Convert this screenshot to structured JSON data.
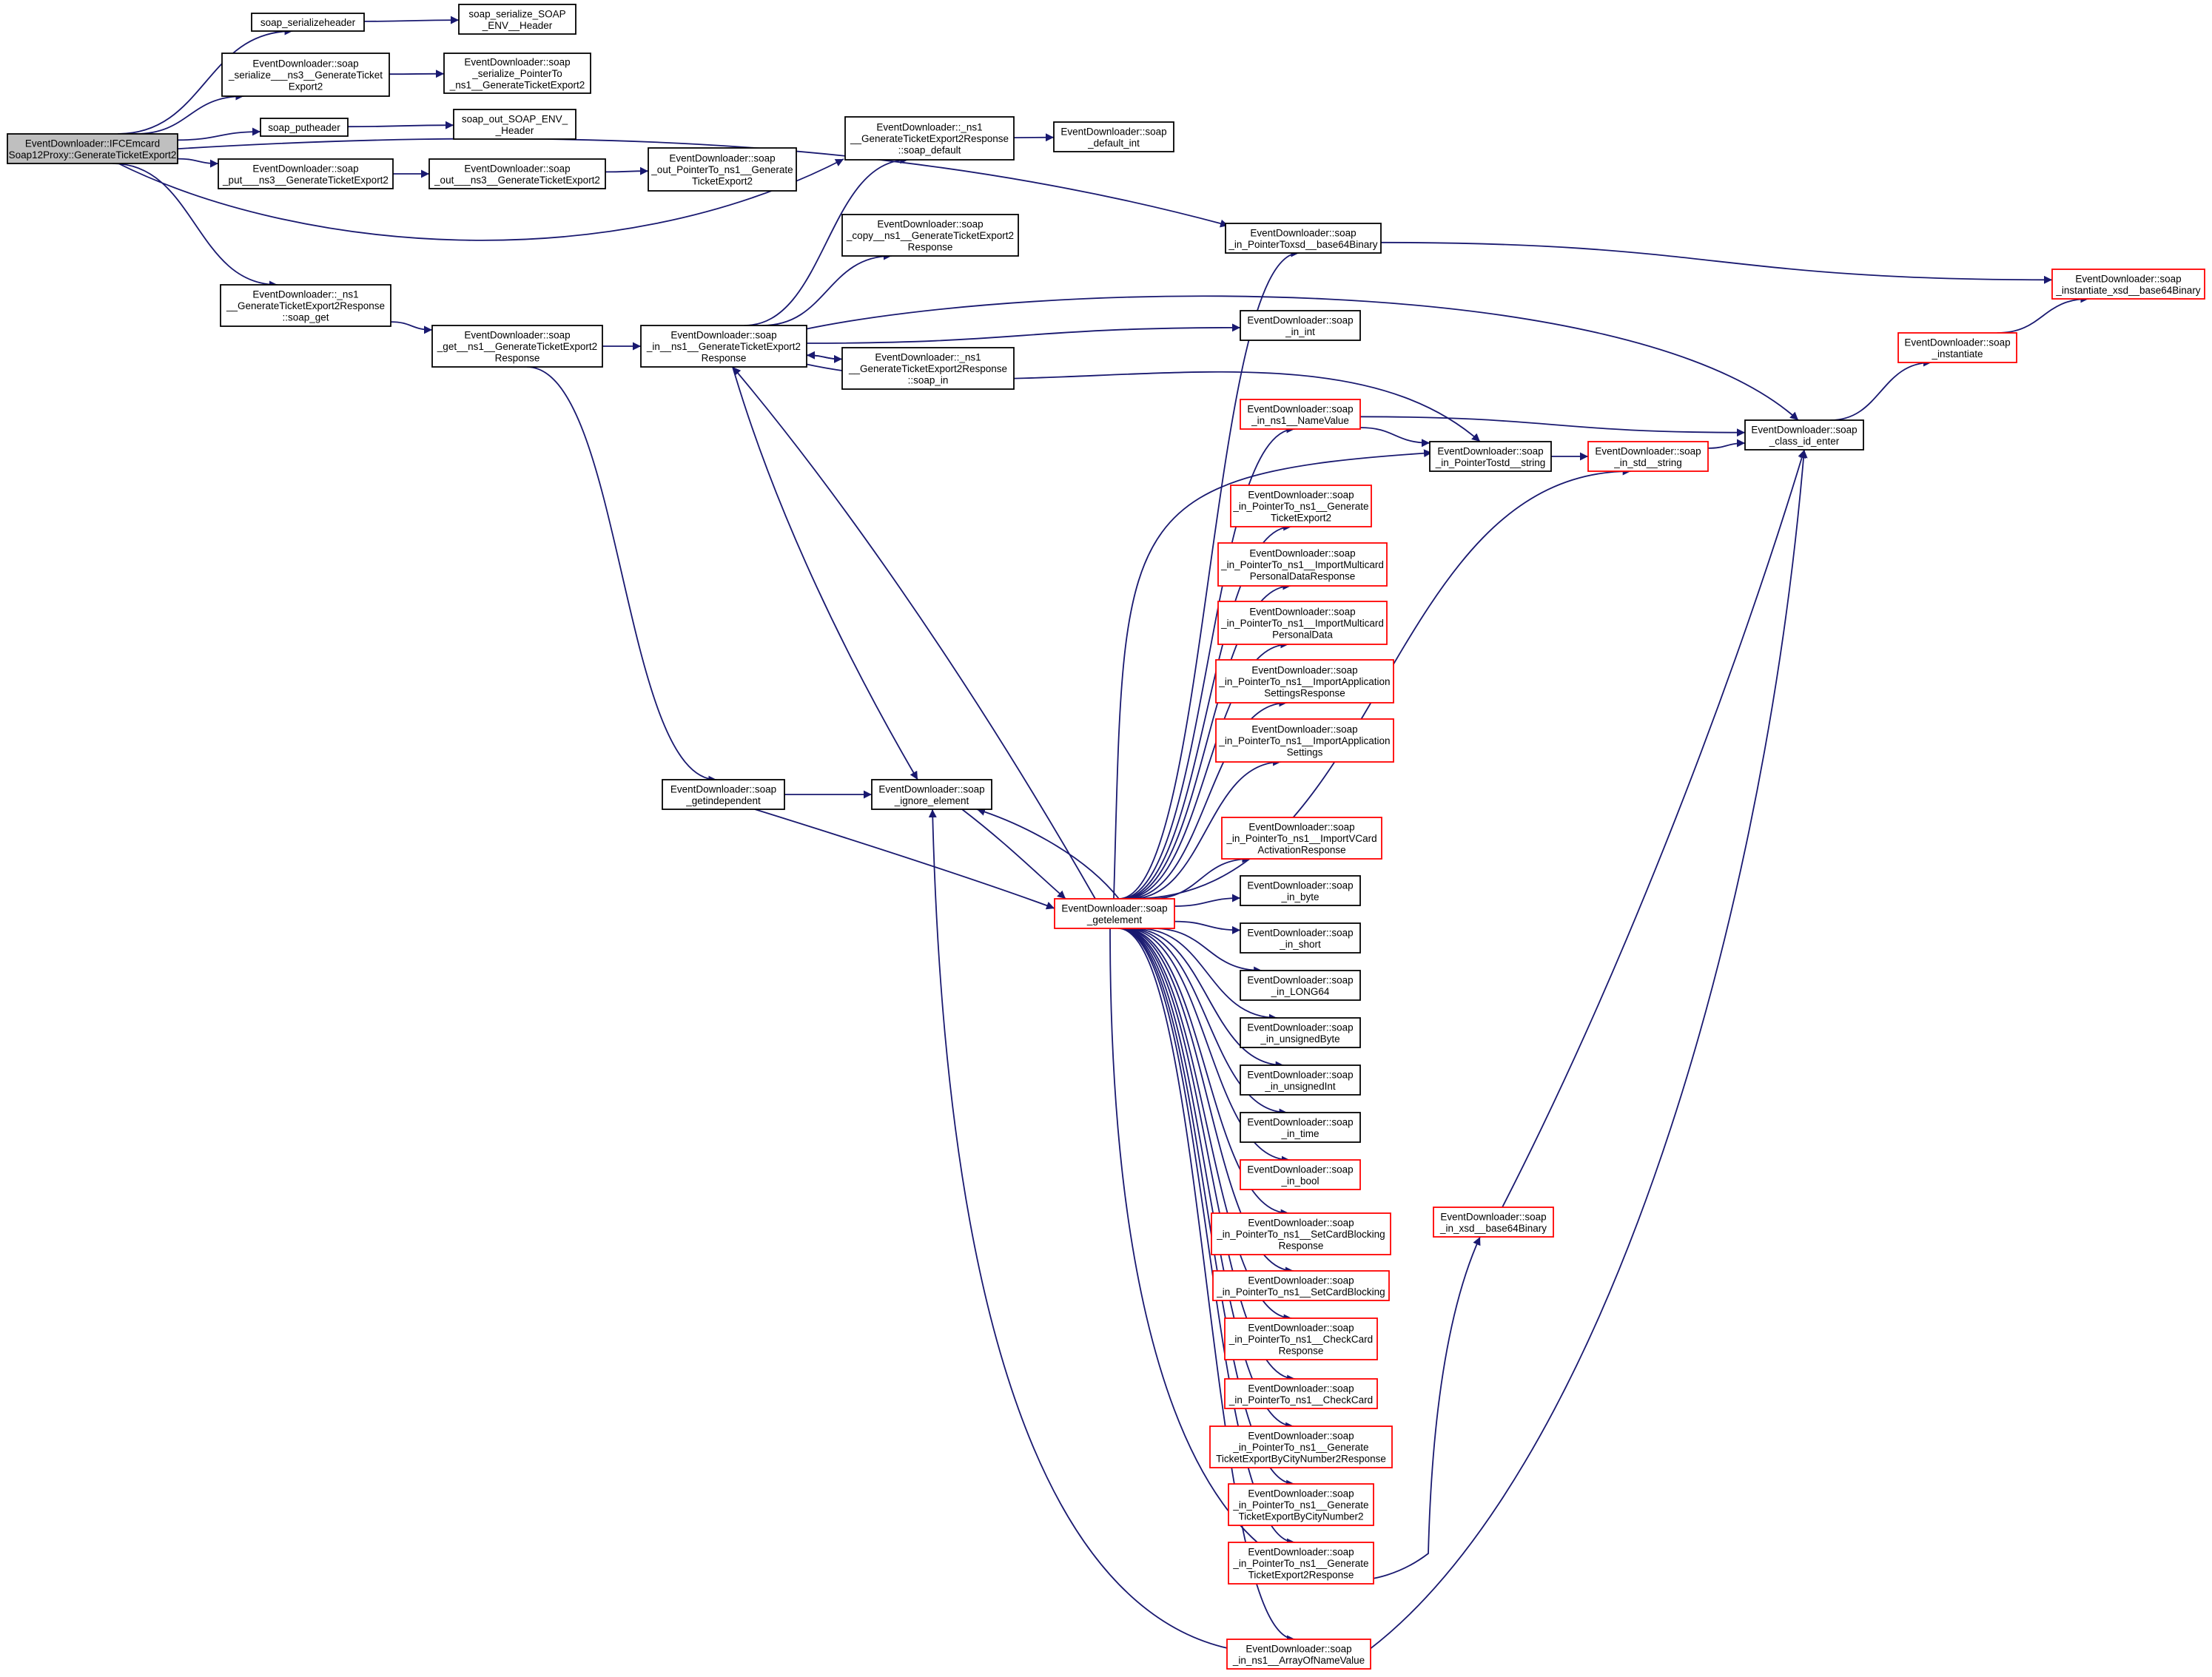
{
  "colors": {
    "edge": "#191970",
    "border": "#000000",
    "border_incomplete": "#ff0000",
    "root_fill": "#bfbfbf"
  },
  "nodes": [
    {
      "id": "root",
      "lines": [
        "EventDownloader::IFCEmcard",
        "Soap12Proxy::GenerateTicketExport2"
      ],
      "style": "root"
    },
    {
      "id": "serhdr",
      "lines": [
        "soap_serializeheader"
      ]
    },
    {
      "id": "serenv",
      "lines": [
        "soap_serialize_SOAP",
        "_ENV__Header"
      ]
    },
    {
      "id": "ser3",
      "lines": [
        "EventDownloader::soap",
        "_serialize___ns3__GenerateTicket",
        "Export2"
      ]
    },
    {
      "id": "serptr",
      "lines": [
        "EventDownloader::soap",
        "_serialize_PointerTo",
        "_ns1__GenerateTicketExport2"
      ]
    },
    {
      "id": "puthdr",
      "lines": [
        "soap_putheader"
      ]
    },
    {
      "id": "outenv",
      "lines": [
        "soap_out_SOAP_ENV_",
        "_Header"
      ]
    },
    {
      "id": "put3",
      "lines": [
        "EventDownloader::soap",
        "_put___ns3__GenerateTicketExport2"
      ]
    },
    {
      "id": "out3",
      "lines": [
        "EventDownloader::soap",
        "_out___ns3__GenerateTicketExport2"
      ]
    },
    {
      "id": "outptr",
      "lines": [
        "EventDownloader::soap",
        "_out_PointerTo_ns1__Generate",
        "TicketExport2"
      ]
    },
    {
      "id": "soapdefault",
      "lines": [
        "EventDownloader::_ns1",
        "__GenerateTicketExport2Response",
        "::soap_default"
      ]
    },
    {
      "id": "defint",
      "lines": [
        "EventDownloader::soap",
        "_default_int"
      ]
    },
    {
      "id": "copy",
      "lines": [
        "EventDownloader::soap",
        "_copy__ns1__GenerateTicketExport2",
        "Response"
      ]
    },
    {
      "id": "inptrb64",
      "lines": [
        "EventDownloader::soap",
        "_in_PointerToxsd__base64Binary"
      ]
    },
    {
      "id": "instb64",
      "lines": [
        "EventDownloader::soap",
        "_instantiate_xsd__base64Binary"
      ],
      "style": "red"
    },
    {
      "id": "soapget",
      "lines": [
        "EventDownloader::_ns1",
        "__GenerateTicketExport2Response",
        "::soap_get"
      ]
    },
    {
      "id": "get",
      "lines": [
        "EventDownloader::soap",
        "_get__ns1__GenerateTicketExport2",
        "Response"
      ]
    },
    {
      "id": "in",
      "lines": [
        "EventDownloader::soap",
        "_in__ns1__GenerateTicketExport2",
        "Response"
      ]
    },
    {
      "id": "inint",
      "lines": [
        "EventDownloader::soap",
        "_in_int"
      ]
    },
    {
      "id": "soapin",
      "lines": [
        "EventDownloader::_ns1",
        "__GenerateTicketExport2Response",
        "::soap_in"
      ]
    },
    {
      "id": "instantiate",
      "lines": [
        "EventDownloader::soap",
        "_instantiate"
      ],
      "style": "red"
    },
    {
      "id": "namevalue",
      "lines": [
        "EventDownloader::soap",
        "_in_ns1__NameValue"
      ],
      "style": "red"
    },
    {
      "id": "classid",
      "lines": [
        "EventDownloader::soap",
        "_class_id_enter"
      ]
    },
    {
      "id": "ptrstd",
      "lines": [
        "EventDownloader::soap",
        "_in_PointerTostd__string"
      ]
    },
    {
      "id": "instd",
      "lines": [
        "EventDownloader::soap",
        "_in_std__string"
      ],
      "style": "red"
    },
    {
      "id": "gte2",
      "lines": [
        "EventDownloader::soap",
        "_in_PointerTo_ns1__Generate",
        "TicketExport2"
      ],
      "style": "red"
    },
    {
      "id": "impmpdr",
      "lines": [
        "EventDownloader::soap",
        "_in_PointerTo_ns1__ImportMulticard",
        "PersonalDataResponse"
      ],
      "style": "red"
    },
    {
      "id": "impmpd",
      "lines": [
        "EventDownloader::soap",
        "_in_PointerTo_ns1__ImportMulticard",
        "PersonalData"
      ],
      "style": "red"
    },
    {
      "id": "impasr",
      "lines": [
        "EventDownloader::soap",
        "_in_PointerTo_ns1__ImportApplication",
        "SettingsResponse"
      ],
      "style": "red"
    },
    {
      "id": "impas",
      "lines": [
        "EventDownloader::soap",
        "_in_PointerTo_ns1__ImportApplication",
        "Settings"
      ],
      "style": "red"
    },
    {
      "id": "getindep",
      "lines": [
        "EventDownloader::soap",
        "_getindependent"
      ]
    },
    {
      "id": "ignore",
      "lines": [
        "EventDownloader::soap",
        "_ignore_element"
      ]
    },
    {
      "id": "getelem",
      "lines": [
        "EventDownloader::soap",
        "_getelement"
      ],
      "style": "red"
    },
    {
      "id": "vcard",
      "lines": [
        "EventDownloader::soap",
        "_in_PointerTo_ns1__ImportVCard",
        "ActivationResponse"
      ],
      "style": "red"
    },
    {
      "id": "byte",
      "lines": [
        "EventDownloader::soap",
        "_in_byte"
      ]
    },
    {
      "id": "short",
      "lines": [
        "EventDownloader::soap",
        "_in_short"
      ]
    },
    {
      "id": "long64",
      "lines": [
        "EventDownloader::soap",
        "_in_LONG64"
      ]
    },
    {
      "id": "ubyte",
      "lines": [
        "EventDownloader::soap",
        "_in_unsignedByte"
      ]
    },
    {
      "id": "uint",
      "lines": [
        "EventDownloader::soap",
        "_in_unsignedInt"
      ]
    },
    {
      "id": "time",
      "lines": [
        "EventDownloader::soap",
        "_in_time"
      ]
    },
    {
      "id": "bool",
      "lines": [
        "EventDownloader::soap",
        "_in_bool"
      ],
      "style": "red"
    },
    {
      "id": "xsdb64",
      "lines": [
        "EventDownloader::soap",
        "_in_xsd__base64Binary"
      ],
      "style": "red"
    },
    {
      "id": "scbr",
      "lines": [
        "EventDownloader::soap",
        "_in_PointerTo_ns1__SetCardBlocking",
        "Response"
      ],
      "style": "red"
    },
    {
      "id": "scb",
      "lines": [
        "EventDownloader::soap",
        "_in_PointerTo_ns1__SetCardBlocking"
      ],
      "style": "red"
    },
    {
      "id": "ccr",
      "lines": [
        "EventDownloader::soap",
        "_in_PointerTo_ns1__CheckCard",
        "Response"
      ],
      "style": "red"
    },
    {
      "id": "cc",
      "lines": [
        "EventDownloader::soap",
        "_in_PointerTo_ns1__CheckCard"
      ],
      "style": "red"
    },
    {
      "id": "gtecnr",
      "lines": [
        "EventDownloader::soap",
        "_in_PointerTo_ns1__Generate",
        "TicketExportByCityNumber2Response"
      ],
      "style": "red"
    },
    {
      "id": "gtecn",
      "lines": [
        "EventDownloader::soap",
        "_in_PointerTo_ns1__Generate",
        "TicketExportByCityNumber2"
      ],
      "style": "red"
    },
    {
      "id": "gte2r",
      "lines": [
        "EventDownloader::soap",
        "_in_PointerTo_ns1__Generate",
        "TicketExport2Response"
      ],
      "style": "red"
    },
    {
      "id": "arrnv",
      "lines": [
        "EventDownloader::soap",
        "_in_ns1__ArrayOfNameValue"
      ],
      "style": "red"
    }
  ],
  "edges": [
    [
      "root",
      "serhdr"
    ],
    [
      "root",
      "ser3"
    ],
    [
      "root",
      "puthdr"
    ],
    [
      "root",
      "put3"
    ],
    [
      "root",
      "soapdefault"
    ],
    [
      "root",
      "inptrb64"
    ],
    [
      "root",
      "soapget"
    ],
    [
      "serhdr",
      "serenv"
    ],
    [
      "ser3",
      "serptr"
    ],
    [
      "puthdr",
      "outenv"
    ],
    [
      "put3",
      "out3"
    ],
    [
      "out3",
      "outptr"
    ],
    [
      "soapdefault",
      "defint"
    ],
    [
      "soapget",
      "get"
    ],
    [
      "get",
      "in"
    ],
    [
      "get",
      "getindep"
    ],
    [
      "in",
      "soapdefault"
    ],
    [
      "in",
      "copy"
    ],
    [
      "in",
      "inint"
    ],
    [
      "in",
      "soapin"
    ],
    [
      "in",
      "classid"
    ],
    [
      "in",
      "ptrstd"
    ],
    [
      "in",
      "ignore"
    ],
    [
      "soapin",
      "in"
    ],
    [
      "inptrb64",
      "instb64"
    ],
    [
      "instantiate",
      "instb64"
    ],
    [
      "classid",
      "instantiate"
    ],
    [
      "namevalue",
      "classid"
    ],
    [
      "namevalue",
      "ptrstd"
    ],
    [
      "ptrstd",
      "instd"
    ],
    [
      "instd",
      "classid"
    ],
    [
      "getindep",
      "ignore"
    ],
    [
      "getindep",
      "getelem"
    ],
    [
      "ignore",
      "getelem"
    ],
    [
      "getelem",
      "in"
    ],
    [
      "getelem",
      "inptrb64"
    ],
    [
      "getelem",
      "namevalue"
    ],
    [
      "getelem",
      "ptrstd"
    ],
    [
      "getelem",
      "instd"
    ],
    [
      "getelem",
      "ignore"
    ],
    [
      "getelem",
      "gte2"
    ],
    [
      "getelem",
      "impmpdr"
    ],
    [
      "getelem",
      "impmpd"
    ],
    [
      "getelem",
      "impasr"
    ],
    [
      "getelem",
      "impas"
    ],
    [
      "getelem",
      "vcard"
    ],
    [
      "getelem",
      "byte"
    ],
    [
      "getelem",
      "short"
    ],
    [
      "getelem",
      "long64"
    ],
    [
      "getelem",
      "ubyte"
    ],
    [
      "getelem",
      "uint"
    ],
    [
      "getelem",
      "time"
    ],
    [
      "getelem",
      "bool"
    ],
    [
      "getelem",
      "xsdb64"
    ],
    [
      "getelem",
      "scbr"
    ],
    [
      "getelem",
      "scb"
    ],
    [
      "getelem",
      "ccr"
    ],
    [
      "getelem",
      "cc"
    ],
    [
      "getelem",
      "gtecnr"
    ],
    [
      "getelem",
      "gtecn"
    ],
    [
      "getelem",
      "gte2r"
    ],
    [
      "getelem",
      "arrnv"
    ],
    [
      "xsdb64",
      "classid"
    ],
    [
      "arrnv",
      "classid"
    ],
    [
      "arrnv",
      "ignore"
    ]
  ]
}
